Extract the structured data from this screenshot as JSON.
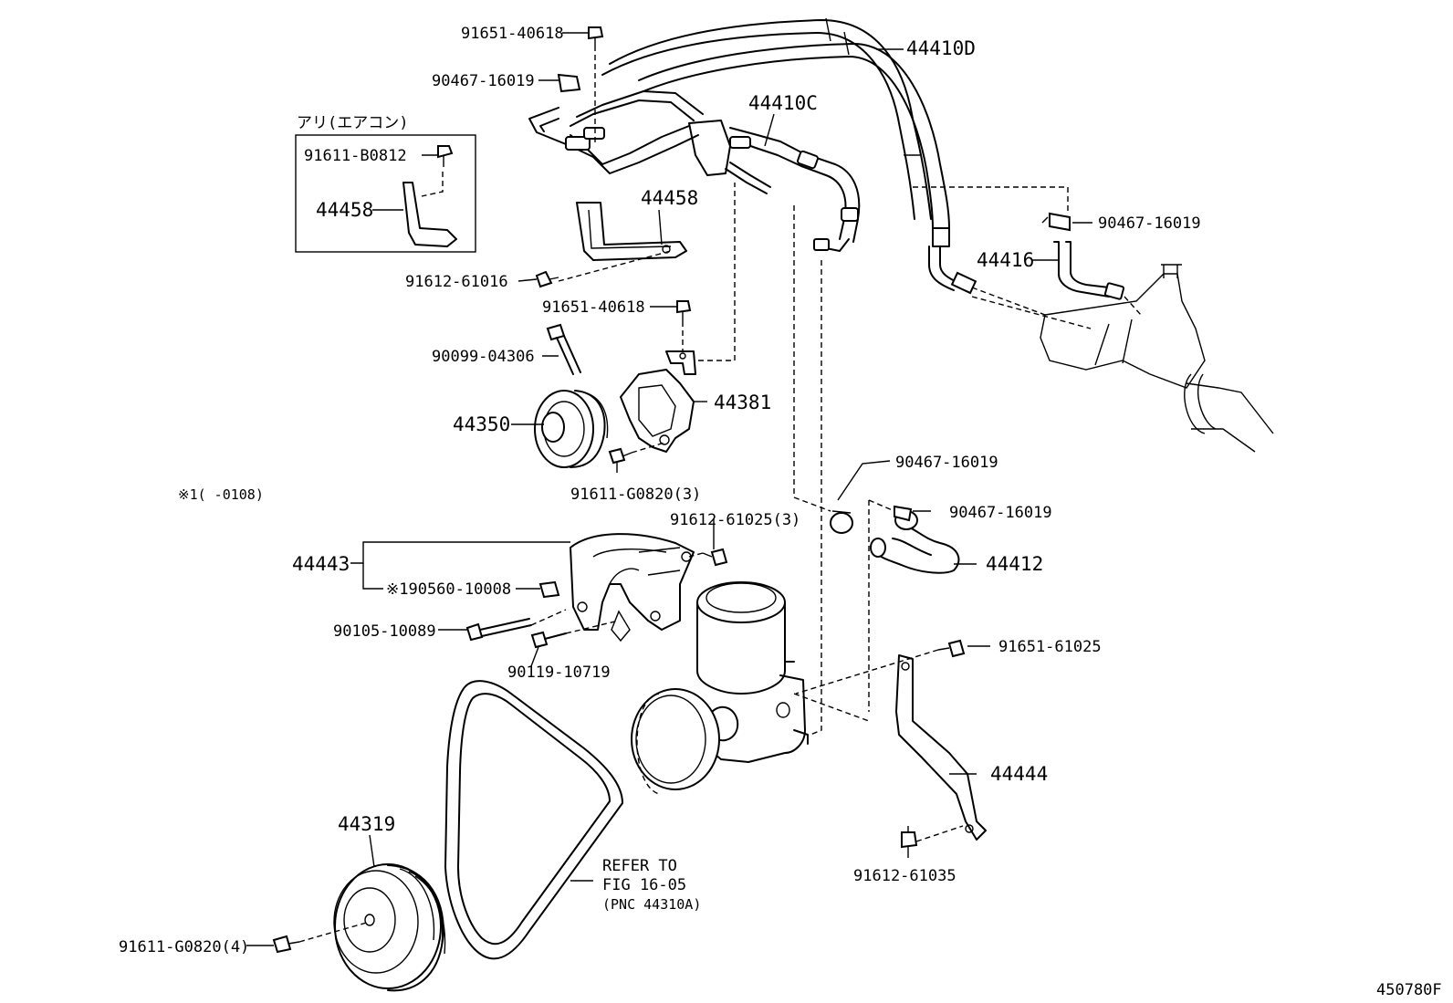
{
  "labels": {
    "p91651_40618_top": "91651-40618",
    "p90467_16019_top": "90467-16019",
    "p44410D": "44410D",
    "p44410C": "44410C",
    "aircon_title": "アリ(エアコン)",
    "p91611_B0812": "91611-B0812",
    "p44458_box": "44458",
    "p44458": "44458",
    "p90467_16019_right": "90467-16019",
    "p44416": "44416",
    "p91612_61016": "91612-61016",
    "p91651_40618_mid": "91651-40618",
    "p90099_04306": "90099-04306",
    "p44381": "44381",
    "p44350": "44350",
    "p91611_G0820_3": "91611-G0820(3)",
    "note_1": "※1(      -0108)",
    "p90467_16019_a": "90467-16019",
    "p90467_16019_b": "90467-16019",
    "p91612_61025_3": "91612-61025(3)",
    "p44443": "44443",
    "p90560_10008": "※190560-10008",
    "p44412": "44412",
    "p90105_10089": "90105-10089",
    "p90119_10719": "90119-10719",
    "p91651_61025": "91651-61025",
    "p44444": "44444",
    "p44319": "44319",
    "refer_line1": "REFER TO",
    "refer_line2": "FIG 16-05",
    "refer_line3": "(PNC 44310A)",
    "p91612_61035": "91612-61035",
    "p91611_G0820_4": "91611-G0820(4)",
    "figure_id": "450780F"
  }
}
